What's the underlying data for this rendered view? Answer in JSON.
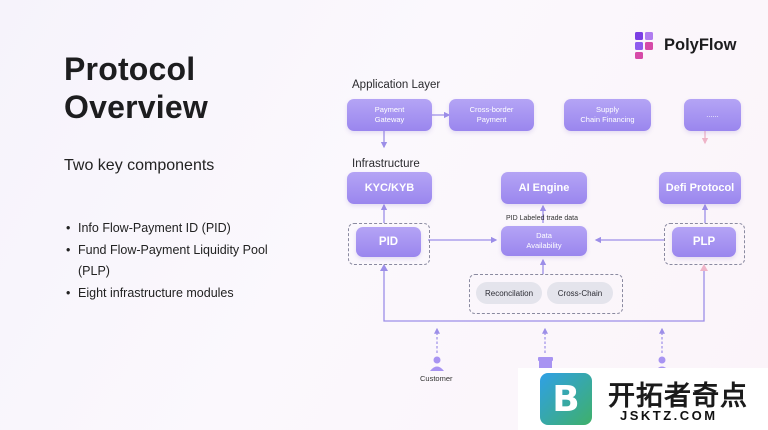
{
  "title": "Protocol Overview",
  "subtitle": "Two key components",
  "bullets": [
    "Info Flow-Payment ID (PID)",
    "Fund Flow-Payment Liquidity Pool (PLP)",
    "Eight infrastructure modules"
  ],
  "logo": {
    "text": "PolyFlow",
    "colors": [
      "#7b3fe4",
      "#b07cf0",
      "#d64aa8"
    ]
  },
  "diagram": {
    "application_layer": {
      "label": "Application Layer",
      "items": [
        "Payment\nGateway",
        "Cross-border\nPayment",
        "Supply\nChain Financing",
        "......"
      ]
    },
    "infrastructure": {
      "label": "Infrastructure",
      "top_items": [
        "KYC/KYB",
        "AI Engine",
        "Defi Protocol"
      ],
      "pid": "PID",
      "plp": "PLP",
      "data_availability": "Data\nAvailability",
      "pid_labeled_note": "PID Labeled trade data",
      "services": [
        "Reconcilation",
        "Cross-Chain"
      ]
    },
    "users": {
      "customer_label": "Customer"
    },
    "colors": {
      "node": "#a894f2",
      "arrow": "#9c8ee8",
      "pink_arrow": "#efb4c8"
    }
  },
  "watermark": {
    "badge": "B",
    "chinese": "开拓者奇点",
    "english": "JSKTZ.COM"
  }
}
